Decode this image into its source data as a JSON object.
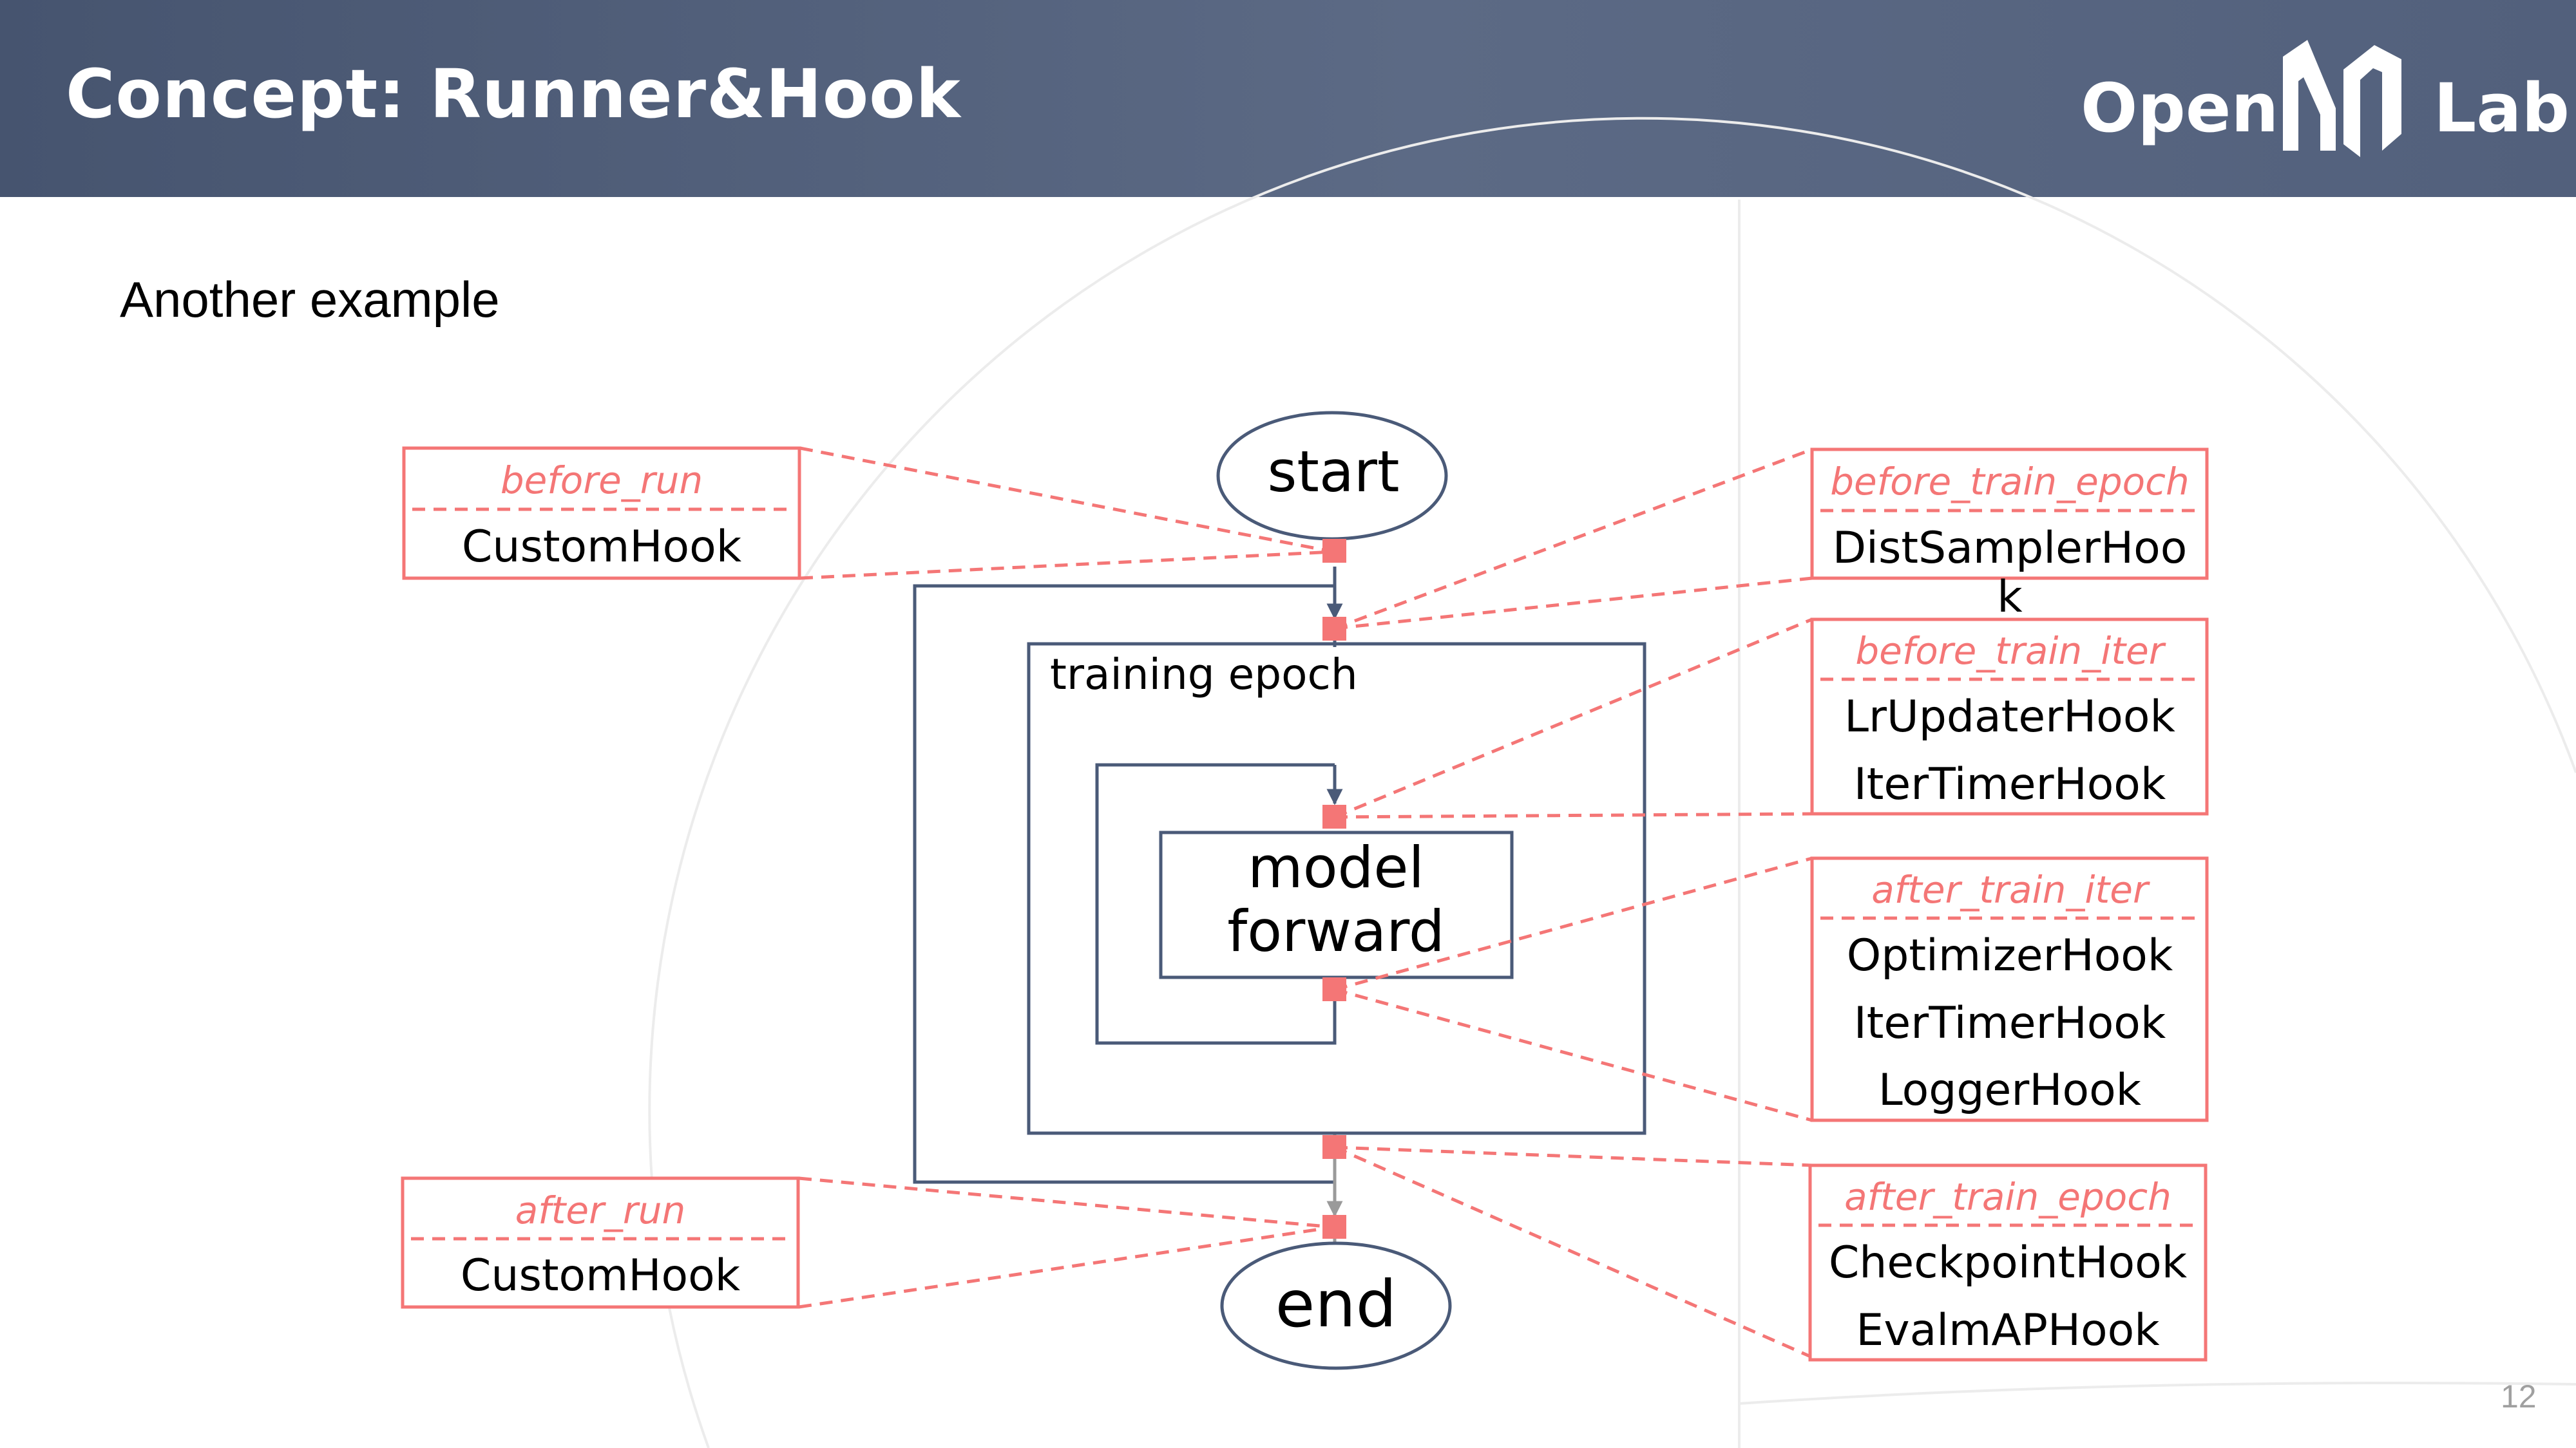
{
  "header": {
    "title": "Concept: Runner&Hook",
    "logo": {
      "open": "Open",
      "lab": "Lab"
    }
  },
  "subtitle": "Another example",
  "page_number": "12",
  "colors": {
    "header_bg": "#4f5d79",
    "accent": "#f47676",
    "node_stroke": "#4a5a78",
    "text": "#000000"
  },
  "diagram": {
    "start_label": "start",
    "end_label": "end",
    "epoch_label": "training epoch",
    "model_label_line1": "model",
    "model_label_line2": "forward",
    "hook_boxes": {
      "before_run": {
        "event": "before_run",
        "hooks": [
          "CustomHook"
        ]
      },
      "after_run": {
        "event": "after_run",
        "hooks": [
          "CustomHook"
        ]
      },
      "before_train_epoch": {
        "event": "before_train_epoch",
        "hooks": [
          "DistSamplerHoo",
          "k"
        ]
      },
      "before_train_iter": {
        "event": "before_train_iter",
        "hooks": [
          "LrUpdaterHook",
          "IterTimerHook"
        ]
      },
      "after_train_iter": {
        "event": "after_train_iter",
        "hooks": [
          "OptimizerHook",
          "IterTimerHook",
          "LoggerHook"
        ]
      },
      "after_train_epoch": {
        "event": "after_train_epoch",
        "hooks": [
          "CheckpointHook",
          "EvalmAPHook"
        ]
      }
    }
  }
}
